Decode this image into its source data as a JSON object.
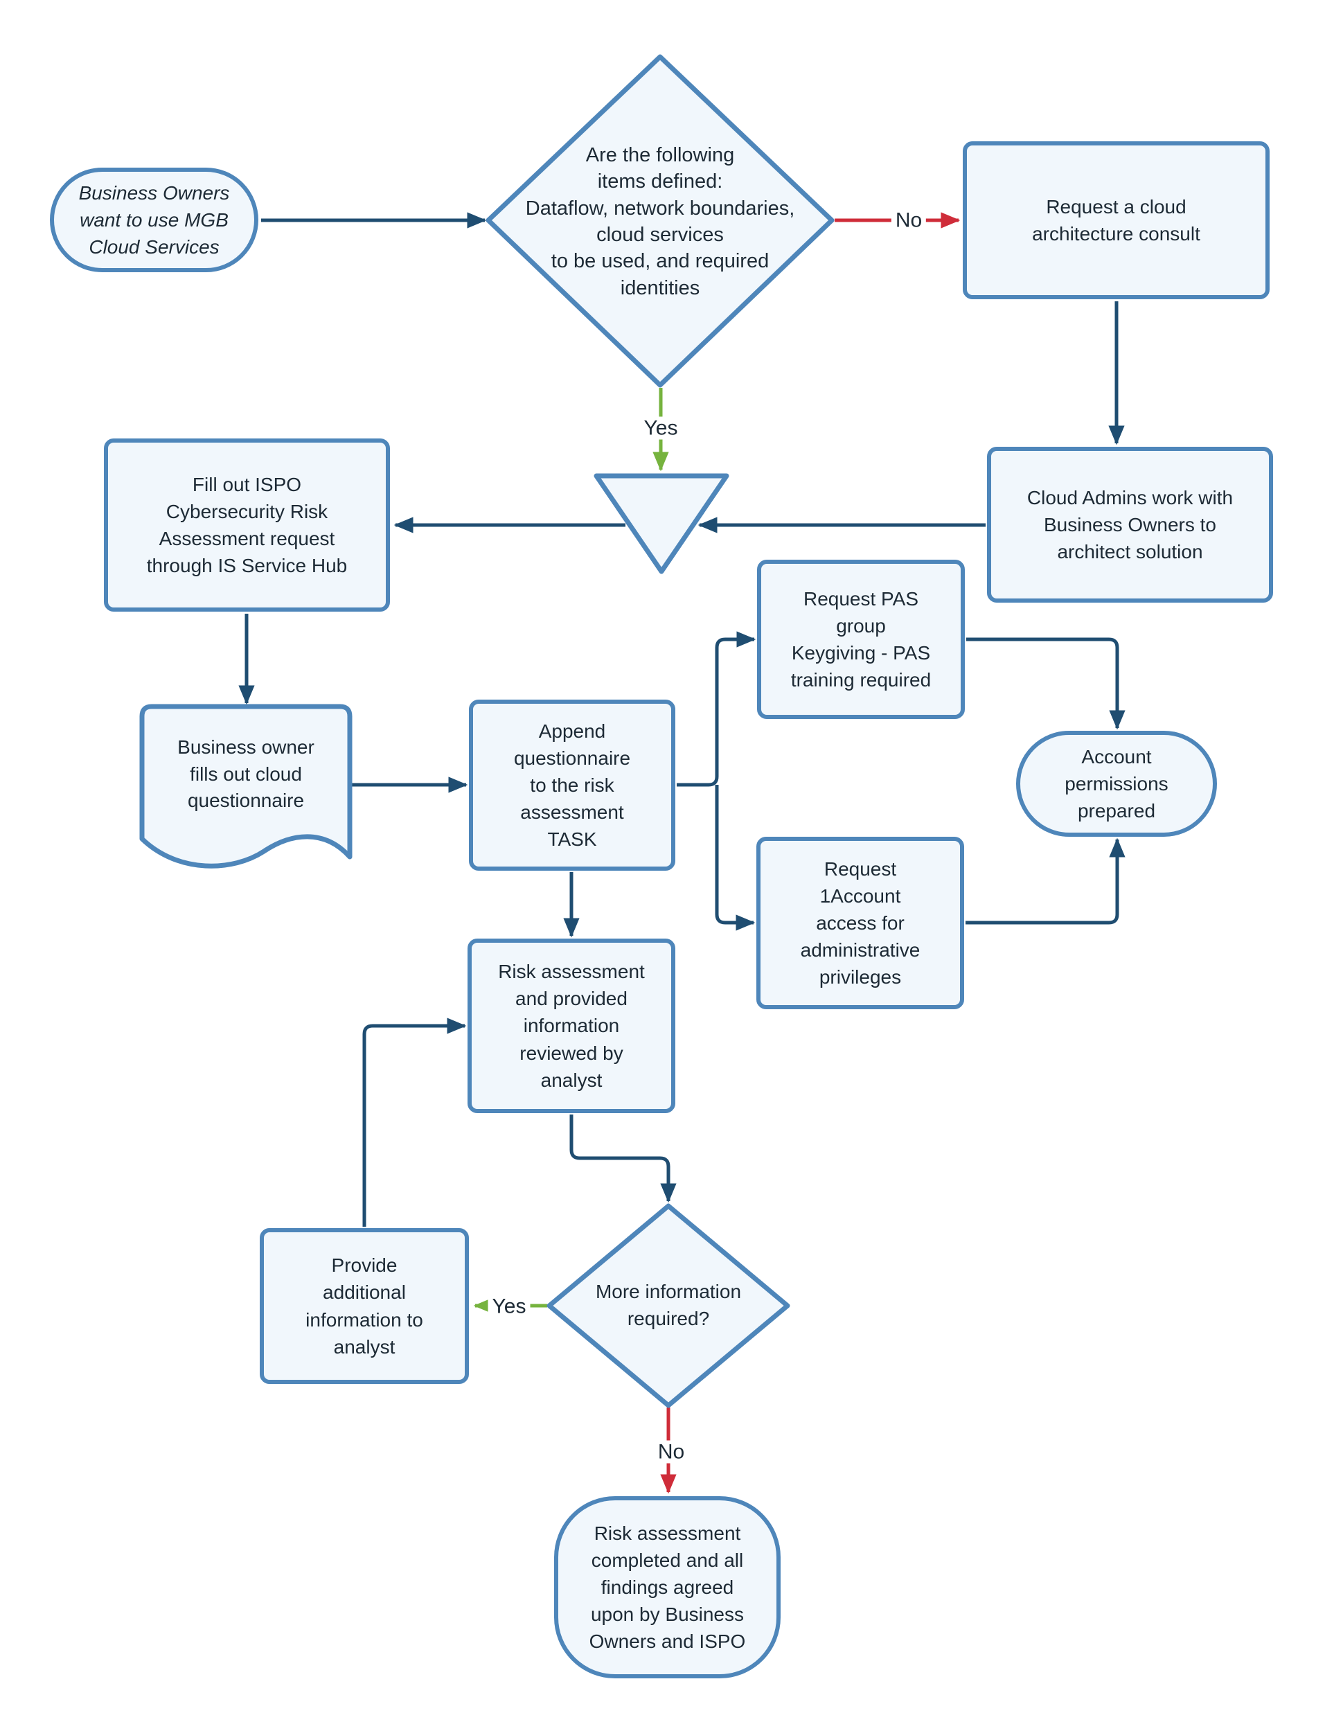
{
  "diagram": {
    "type": "flowchart",
    "colors": {
      "node_border": "#4e86ba",
      "node_fill": "#f1f7fc",
      "connector": "#1f4d71",
      "yes_arrow": "#76b33e",
      "no_arrow": "#cf2c39",
      "text": "#1d2a35"
    },
    "nodes": {
      "start": {
        "shape": "terminator",
        "label": "Business Owners\nwant to use MGB\nCloud Services"
      },
      "decision_items": {
        "shape": "decision",
        "label": "Are the following\nitems defined:\nDataflow, network boundaries,\ncloud services\nto be used, and required\nidentities"
      },
      "consult": {
        "shape": "process",
        "label": "Request a cloud\narchitecture consult"
      },
      "admins": {
        "shape": "process",
        "label": "Cloud Admins work with\nBusiness Owners to\narchitect solution"
      },
      "merge": {
        "shape": "merge-triangle",
        "label": ""
      },
      "fill_out": {
        "shape": "process",
        "label": "Fill out ISPO\nCybersecurity Risk\nAssessment request\nthrough IS Service Hub"
      },
      "questionnaire_doc": {
        "shape": "document",
        "label": "Business owner\nfills out cloud\nquestionnaire"
      },
      "append": {
        "shape": "process",
        "label": "Append\nquestionnaire\nto the risk\nassessment\nTASK"
      },
      "pas": {
        "shape": "process",
        "label": "Request PAS\ngroup\nKeygiving - PAS\ntraining required"
      },
      "one_account": {
        "shape": "process",
        "label": "Request\n1Account\naccess for\nadministrative\nprivileges"
      },
      "account_prepared": {
        "shape": "terminator",
        "label": "Account\npermissions\nprepared"
      },
      "review": {
        "shape": "process",
        "label": "Risk assessment\nand provided\ninformation\nreviewed by\nanalyst"
      },
      "decision_more_info": {
        "shape": "decision",
        "label": "More information\nrequired?"
      },
      "provide_info": {
        "shape": "process",
        "label": "Provide\nadditional\ninformation to\nanalyst"
      },
      "completed": {
        "shape": "terminator",
        "label": "Risk assessment\ncompleted and all\nfindings agreed\nupon by Business\nOwners and ISPO"
      }
    },
    "edge_labels": {
      "no_consult": "No",
      "yes_merge": "Yes",
      "yes_provide": "Yes",
      "no_completed": "No"
    }
  }
}
